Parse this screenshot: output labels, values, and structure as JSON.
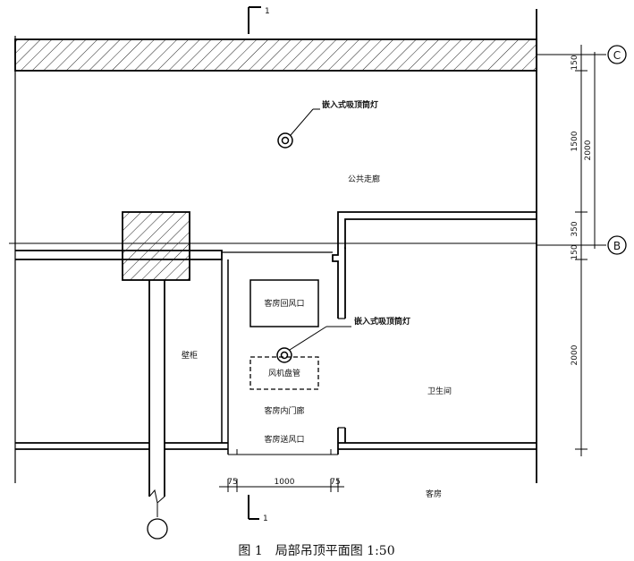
{
  "section_mark": "1",
  "axes": {
    "c": "C",
    "b": "B"
  },
  "labels": {
    "lamp_top": "嵌入式吸顶筒灯",
    "corridor": "公共走廊",
    "lamp_mid": "嵌入式吸顶筒灯",
    "return_vent": "客房回风口",
    "closet": "壁柜",
    "fan_coil": "风机盘管",
    "bathroom": "卫生间",
    "entry_hall": "客房内门廊",
    "supply_vent": "客房送风口",
    "guest_room": "客房"
  },
  "dims": {
    "d150_top": "150",
    "d1500": "1500",
    "d2000_total": "2000",
    "d350": "350",
    "d150_mid": "150",
    "d2000_lower": "2000",
    "d75_left": "75",
    "d1000": "1000",
    "d75_right": "75"
  },
  "caption": "图 1　局部吊顶平面图 1:50"
}
